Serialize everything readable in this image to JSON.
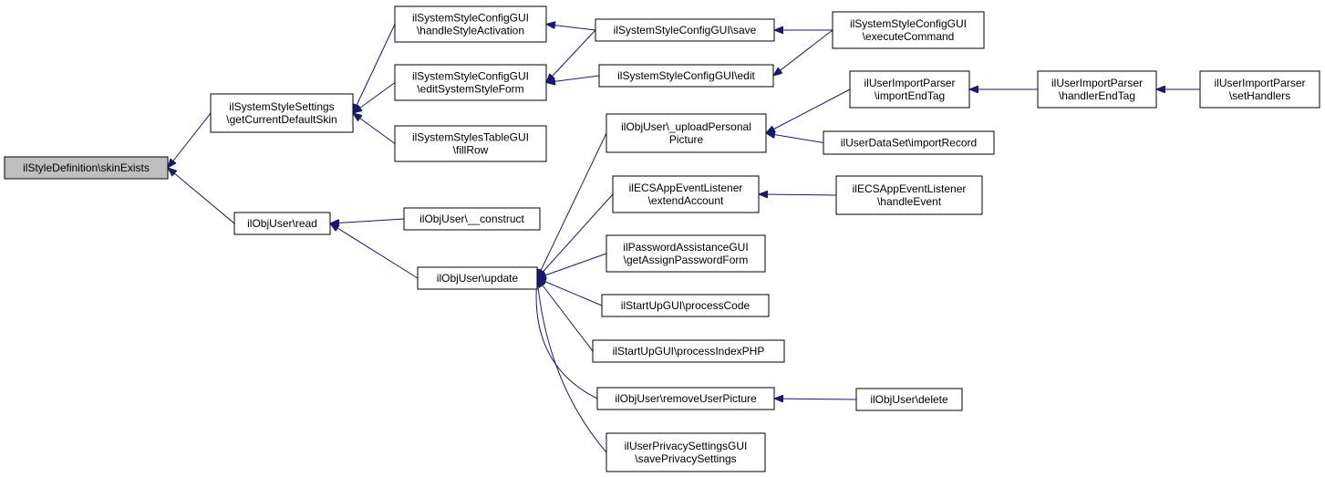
{
  "colors": {
    "edge": "#191970",
    "root_fill": "#bfbfbf",
    "node_fill": "#ffffff",
    "node_stroke": "#000000"
  },
  "nodes": [
    {
      "id": "skinExists",
      "lines": [
        "ilStyleDefinition\\skinExists"
      ],
      "root": true
    },
    {
      "id": "getCurrentDefaultSkin",
      "lines": [
        "ilSystemStyleSettings",
        "\\getCurrentDefaultSkin"
      ]
    },
    {
      "id": "read",
      "lines": [
        "ilObjUser\\read"
      ]
    },
    {
      "id": "handleStyleActivation",
      "lines": [
        "ilSystemStyleConfigGUI",
        "\\handleStyleActivation"
      ]
    },
    {
      "id": "editSystemStyleForm",
      "lines": [
        "ilSystemStyleConfigGUI",
        "\\editSystemStyleForm"
      ]
    },
    {
      "id": "fillRow",
      "lines": [
        "ilSystemStylesTableGUI",
        "\\fillRow"
      ]
    },
    {
      "id": "construct",
      "lines": [
        "ilObjUser\\__construct"
      ]
    },
    {
      "id": "update",
      "lines": [
        "ilObjUser\\update"
      ]
    },
    {
      "id": "save",
      "lines": [
        "ilSystemStyleConfigGUI\\save"
      ]
    },
    {
      "id": "edit",
      "lines": [
        "ilSystemStyleConfigGUI\\edit"
      ]
    },
    {
      "id": "uploadPersonalPicture",
      "lines": [
        "ilObjUser\\_uploadPersonal",
        "Picture"
      ]
    },
    {
      "id": "extendAccount",
      "lines": [
        "ilECSAppEventListener",
        "\\extendAccount"
      ]
    },
    {
      "id": "getAssignPasswordForm",
      "lines": [
        "ilPasswordAssistanceGUI",
        "\\getAssignPasswordForm"
      ]
    },
    {
      "id": "processCode",
      "lines": [
        "ilStartUpGUI\\processCode"
      ]
    },
    {
      "id": "processIndexPHP",
      "lines": [
        "ilStartUpGUI\\processIndexPHP"
      ]
    },
    {
      "id": "removeUserPicture",
      "lines": [
        "ilObjUser\\removeUserPicture"
      ]
    },
    {
      "id": "savePrivacySettings",
      "lines": [
        "ilUserPrivacySettingsGUI",
        "\\savePrivacySettings"
      ]
    },
    {
      "id": "executeCommand",
      "lines": [
        "ilSystemStyleConfigGUI",
        "\\executeCommand"
      ]
    },
    {
      "id": "importEndTag",
      "lines": [
        "ilUserImportParser",
        "\\importEndTag"
      ]
    },
    {
      "id": "importRecord",
      "lines": [
        "ilUserDataSet\\importRecord"
      ]
    },
    {
      "id": "handleEvent",
      "lines": [
        "ilECSAppEventListener",
        "\\handleEvent"
      ]
    },
    {
      "id": "objDelete",
      "lines": [
        "ilObjUser\\delete"
      ]
    },
    {
      "id": "handlerEndTag",
      "lines": [
        "ilUserImportParser",
        "\\handlerEndTag"
      ]
    },
    {
      "id": "setHandlers",
      "lines": [
        "ilUserImportParser",
        "\\setHandlers"
      ]
    }
  ],
  "edges": [
    {
      "from": "getCurrentDefaultSkin",
      "to": "skinExists"
    },
    {
      "from": "read",
      "to": "skinExists"
    },
    {
      "from": "handleStyleActivation",
      "to": "getCurrentDefaultSkin"
    },
    {
      "from": "editSystemStyleForm",
      "to": "getCurrentDefaultSkin"
    },
    {
      "from": "fillRow",
      "to": "getCurrentDefaultSkin"
    },
    {
      "from": "construct",
      "to": "read"
    },
    {
      "from": "update",
      "to": "read"
    },
    {
      "from": "save",
      "to": "handleStyleActivation"
    },
    {
      "from": "save",
      "to": "editSystemStyleForm"
    },
    {
      "from": "edit",
      "to": "editSystemStyleForm"
    },
    {
      "from": "executeCommand",
      "to": "save"
    },
    {
      "from": "executeCommand",
      "to": "edit"
    },
    {
      "from": "uploadPersonalPicture",
      "to": "update"
    },
    {
      "from": "extendAccount",
      "to": "update"
    },
    {
      "from": "getAssignPasswordForm",
      "to": "update"
    },
    {
      "from": "processCode",
      "to": "update"
    },
    {
      "from": "processIndexPHP",
      "to": "update"
    },
    {
      "from": "removeUserPicture",
      "to": "update"
    },
    {
      "from": "savePrivacySettings",
      "to": "update"
    },
    {
      "from": "importEndTag",
      "to": "uploadPersonalPicture"
    },
    {
      "from": "importRecord",
      "to": "uploadPersonalPicture"
    },
    {
      "from": "handleEvent",
      "to": "extendAccount"
    },
    {
      "from": "objDelete",
      "to": "removeUserPicture"
    },
    {
      "from": "handlerEndTag",
      "to": "importEndTag"
    },
    {
      "from": "setHandlers",
      "to": "handlerEndTag"
    }
  ]
}
